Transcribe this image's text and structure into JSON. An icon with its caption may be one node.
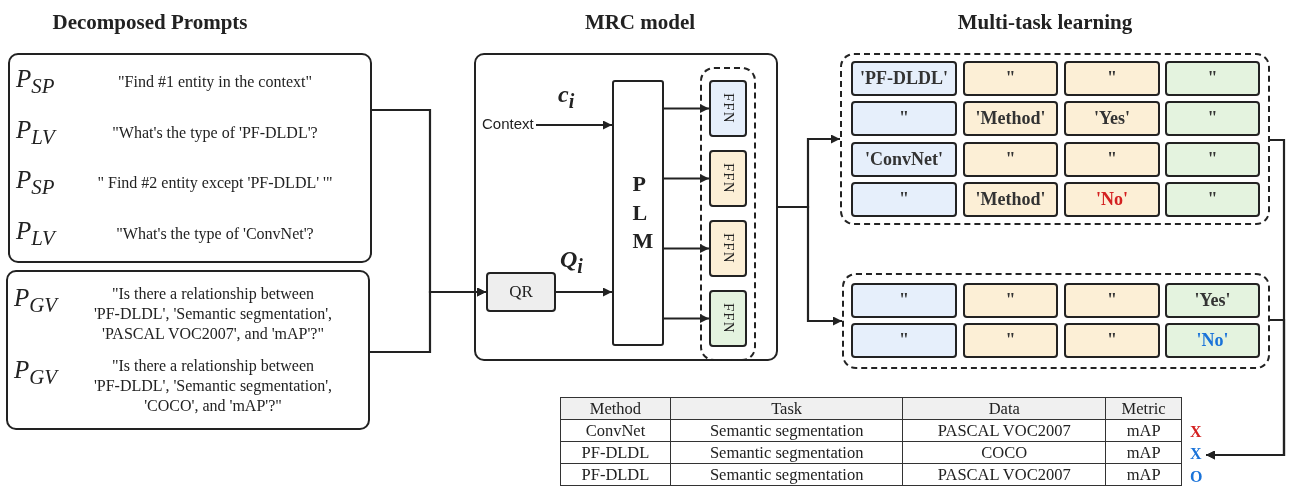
{
  "diagram": {
    "nodes": [
      {
        "text": [
          "P$_{SP}$",
          "\"Find #1 entity in the context\"",
          "P$_{LV}$",
          "\"What's the type of 'PF-DLDL'?",
          "P$_{SP}$",
          "\" Find #2 entity except 'PF-DLDL' '\"",
          "P$_{LV}$",
          "\"What's the type of 'ConvNet'?"
        ]
      },
      {
        "text": [
          "P$_{GV}$",
          "\"Is there a relationship between 'PF-DLDL', 'Semantic segmentation', 'PASCAL VOC2007', and 'mAP'?\"",
          "P$_{GV}$",
          "\"Is there a relationship between 'PF-DLDL', 'Semantic segmentation', 'COCO', and 'mAP'?\""
        ]
      },
      {
        "text": [],
        "shape": "box"
      },
      {
        "text": [
          "Context"
        ],
        "in": 2
      },
      {
        "text": [
          "QR"
        ],
        "in": 2
      },
      {
        "text": [
          "PLM"
        ],
        "in": 2
      },
      {
        "text": [],
        "shape": "box",
        "in": 2
      },
      {
        "text": [
          "FFN"
        ],
        "in": 6
      },
      {
        "text": [
          "FFN"
        ],
        "in": 6
      },
      {
        "text": [
          "FFN"
        ],
        "in": 6
      },
      {
        "text": [
          "FFN"
        ],
        "in": 6
      },
      {
        "text": [],
        "shape": "box"
      },
      {
        "text": [
          "'PF-DLDL'"
        ],
        "in": 11
      },
      {
        "text": [
          "\""
        ],
        "in": 11
      },
      {
        "text": [
          "\""
        ],
        "in": 11
      },
      {
        "text": [
          "\""
        ],
        "in": 11
      },
      {
        "text": [
          "\""
        ],
        "in": 11
      },
      {
        "text": [
          "'Method'"
        ],
        "in": 11
      },
      {
        "text": [
          "'Yes'"
        ],
        "in": 11
      },
      {
        "text": [
          "\""
        ],
        "in": 11
      },
      {
        "text": [
          "'ConvNet'"
        ],
        "in": 11
      },
      {
        "text": [
          "\""
        ],
        "in": 11
      },
      {
        "text": [
          "\""
        ],
        "in": 11
      },
      {
        "text": [
          "\""
        ],
        "in": 11
      },
      {
        "text": [
          "\""
        ],
        "in": 11
      },
      {
        "text": [
          "'Method'"
        ],
        "in": 11
      },
      {
        "text": [
          "'No'"
        ],
        "in": 11
      },
      {
        "text": [
          "\""
        ],
        "in": 11
      },
      {
        "text": [],
        "shape": "box"
      },
      {
        "text": [
          "\""
        ],
        "in": 28
      },
      {
        "text": [
          "\""
        ],
        "in": 28
      },
      {
        "text": [
          "\""
        ],
        "in": 28
      },
      {
        "text": [
          "'Yes'"
        ],
        "in": 28
      },
      {
        "text": [
          "\""
        ],
        "in": 28
      },
      {
        "text": [
          "\""
        ],
        "in": 28
      },
      {
        "text": [
          "\""
        ],
        "in": 28
      },
      {
        "text": [
          "'No'"
        ],
        "in": 28
      },
      {
        "text": [
          "X"
        ]
      }
    ],
    "edges": [
      {
        "from": 0,
        "to": 4,
        "arrow": "to"
      },
      {
        "from": 1,
        "to": 4,
        "arrow": "to"
      },
      {
        "from": 3,
        "to": 5,
        "arrow": "to",
        "label": "c$_{i}$"
      },
      {
        "from": 4,
        "to": 5,
        "arrow": "to",
        "label": "Q$_{i}$"
      },
      {
        "from": 5,
        "to": 7,
        "arrow": "to"
      },
      {
        "from": 5,
        "to": 8,
        "arrow": "to"
      },
      {
        "from": 5,
        "to": 9,
        "arrow": "to"
      },
      {
        "from": 5,
        "to": 10,
        "arrow": "to"
      },
      {
        "from": 2,
        "to": 11,
        "arrow": "to"
      },
      {
        "from": 2,
        "to": 28,
        "arrow": "to"
      },
      {
        "from": 11,
        "to": 37,
        "arrow": "to"
      },
      {
        "from": 28,
        "to": 37,
        "arrow": "to"
      }
    ],
    "labels": [
      "Decomposed Prompts",
      "MRC model",
      "Multi-task learning",
      "Method",
      "Task",
      "Data",
      "Metric",
      "ConvNet",
      "Semantic segmentation",
      "PASCAL VOC2007",
      "mAP",
      "X",
      "PF-DLDL",
      "Semantic segmentation",
      "COCO",
      "mAP",
      "PF-DLDL",
      "Semantic segmentation",
      "PASCAL VOC2007",
      "mAP",
      "O"
    ]
  }
}
